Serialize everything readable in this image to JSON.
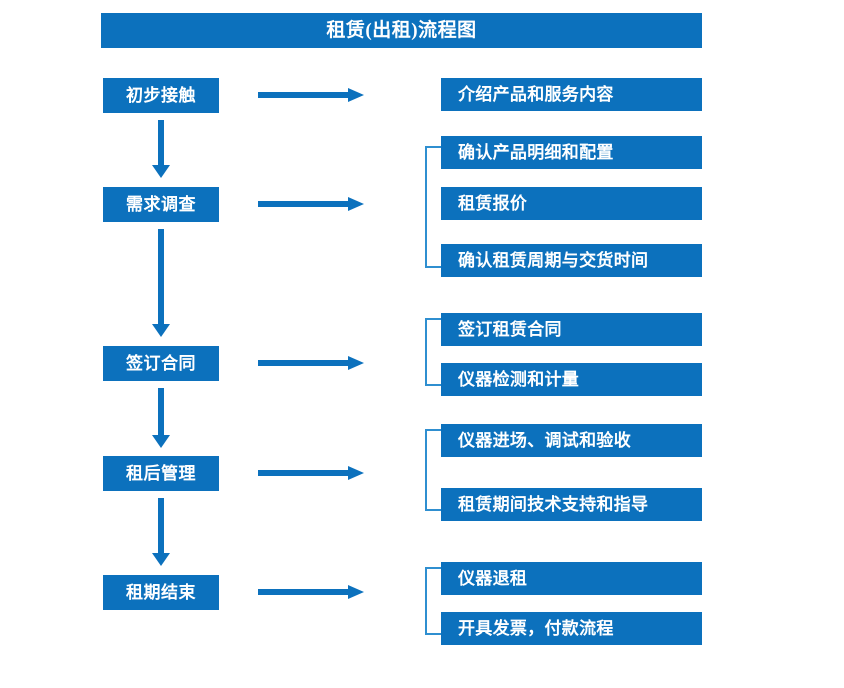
{
  "document": {
    "title": "租赁(出租)流程图",
    "accent_color": "#0c71bd",
    "bracket_color": "#2f8fd0",
    "text_color": "#ffffff",
    "background_color": "#ffffff"
  },
  "stages": [
    {
      "label": "初步接触"
    },
    {
      "label": "需求调查"
    },
    {
      "label": "签订合同"
    },
    {
      "label": "租后管理"
    },
    {
      "label": "租期结束"
    }
  ],
  "details": [
    {
      "label": "介绍产品和服务内容"
    },
    {
      "label": "确认产品明细和配置"
    },
    {
      "label": "租赁报价"
    },
    {
      "label": "确认租赁周期与交货时间"
    },
    {
      "label": "签订租赁合同"
    },
    {
      "label": "仪器检测和计量"
    },
    {
      "label": "仪器进场、调试和验收"
    },
    {
      "label": "租赁期间技术支持和指导"
    },
    {
      "label": "仪器退租"
    },
    {
      "label": "开具发票，付款流程"
    }
  ],
  "connectors": {
    "right_arrows": 5,
    "down_arrows": 4,
    "brackets": 4
  }
}
